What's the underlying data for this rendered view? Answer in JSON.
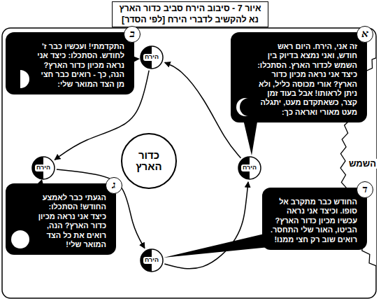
{
  "diagram": {
    "nodes": [
      {
        "text": [
          "איור 7 - סיבוב הירח סביב כדור הארץ",
          "נא להקשיב לדברי הירח [לפי הסדר]"
        ]
      },
      {
        "text": [
          "א",
          "זה אני, הירח. היום ראש חודש, ואני נמצא בדיוק בין השמש לכדור הארץ. הסתכלו: כיצד אני נראה מכיון כדור הארץ? אורי מכוסה כליל, ולא ניתן לראותו! אבל בעוד זמן קצר, כשאתקדם מעט, יתגלה מעט מאורי ואראה כך:"
        ]
      },
      {
        "text": [
          "ב",
          "התקדמתי! ועכשיו כבר ז' לחודש. הסתכלו: כיצד אני נראה מכיון כדור הארץ? הנה, כך - רואים כבר חצי מן הצד המואר שלי:"
        ]
      },
      {
        "text": [
          "הירח"
        ]
      },
      {
        "text": [
          "השמש"
        ]
      },
      {
        "text": [
          "הירח"
        ]
      },
      {
        "text": [
          "כדור הארץ"
        ]
      },
      {
        "text": [
          "הירח"
        ]
      },
      {
        "text": [
          "ג",
          "הגעתי כבר לאמצע החודש! הסתכלו: כיצד אני נראה מכיון כדור הארץ? הנה, רואים את כל הצד המואר שלי!"
        ]
      },
      {
        "text": [
          "ד",
          "החודש כבר מתקרב אל סופו. וכיצד אני נראה עכשיו מכיון כדור הארץ? הביטו, האור שלי התחסר. רואים שוב רק חצי ממנו!"
        ]
      },
      {
        "text": [
          "הירח"
        ]
      }
    ],
    "edges": [
      {
        "from": 5,
        "to": 3,
        "arrow": "to"
      },
      {
        "from": 3,
        "to": 7,
        "arrow": "to"
      },
      {
        "from": 7,
        "to": 10,
        "arrow": "to"
      },
      {
        "from": 10,
        "to": 5,
        "arrow": "to"
      }
    ]
  }
}
